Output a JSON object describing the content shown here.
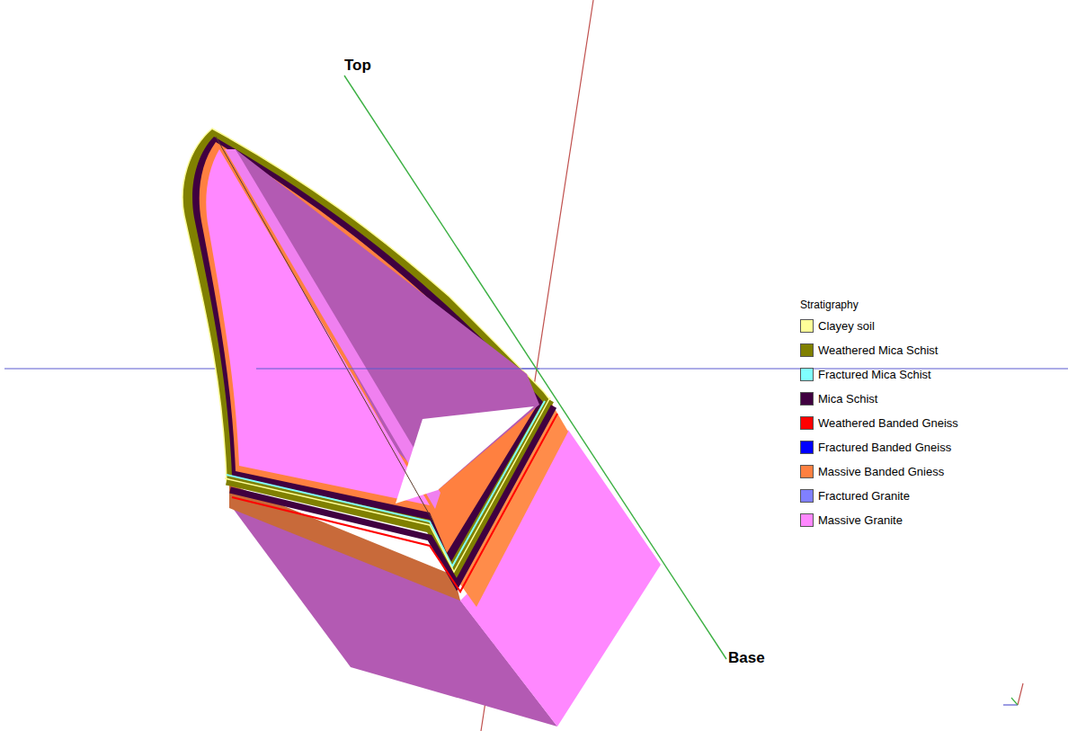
{
  "diagram": {
    "labels": [
      "Top",
      "Base",
      "Stratigraphy"
    ],
    "legend": [
      {
        "text": "Clayey soil",
        "color": "#ffff99"
      },
      {
        "text": "Weathered Mica Schist",
        "color": "#808000"
      },
      {
        "text": "Fractured Mica Schist",
        "color": "#80ffff"
      },
      {
        "text": "Mica Schist",
        "color": "#400040"
      },
      {
        "text": "Weathered Banded Gneiss",
        "color": "#ff0000"
      },
      {
        "text": "Fractured Banded Gneiss",
        "color": "#0000ff"
      },
      {
        "text": "Massive Banded Gniess",
        "color": "#ff8040"
      },
      {
        "text": "Fractured Granite",
        "color": "#8080ff"
      },
      {
        "text": "Massive Granite",
        "color": "#ff88ff"
      }
    ]
  }
}
